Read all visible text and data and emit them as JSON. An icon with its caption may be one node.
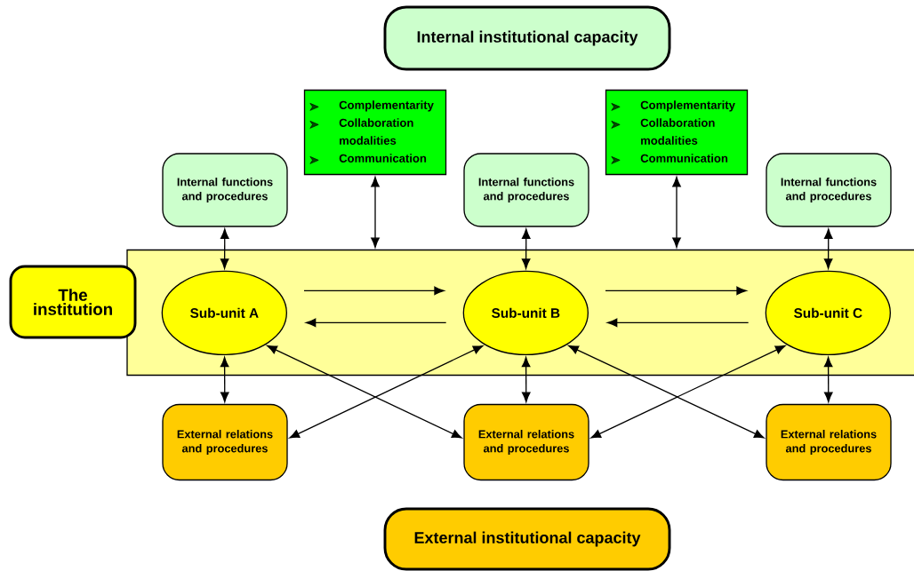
{
  "diagram": {
    "nodes": [
      {
        "text": [
          "Internal institutional capacity"
        ]
      },
      {
        "text": [
          "Internal functions and procedures"
        ]
      },
      {
        "text": [
          "Complementarity",
          "Collaboration modalities",
          "Communication"
        ]
      },
      {
        "text": [
          "Internal functions and procedures"
        ]
      },
      {
        "text": [
          "Complementarity",
          "Collaboration modalities",
          "Communication"
        ]
      },
      {
        "text": [
          "Internal functions and procedures"
        ]
      },
      {
        "text": [],
        "shape": "box"
      },
      {
        "text": [
          "The institution"
        ]
      },
      {
        "text": [
          "Sub-unit A"
        ],
        "in": 6
      },
      {
        "text": [
          "Sub-unit  B"
        ],
        "in": 6
      },
      {
        "text": [
          "Sub-unit C"
        ],
        "in": 6
      },
      {
        "text": [
          "External relations and procedures"
        ]
      },
      {
        "text": [
          "External relations and procedures"
        ]
      },
      {
        "text": [
          "External relations and procedures"
        ]
      },
      {
        "text": [
          "External institutional capacity"
        ]
      }
    ],
    "edges": [
      {
        "from": 1,
        "to": 8,
        "arrow": "both"
      },
      {
        "from": 2,
        "to": 6,
        "arrow": "both"
      },
      {
        "from": 3,
        "to": 9,
        "arrow": "both"
      },
      {
        "from": 4,
        "to": 6,
        "arrow": "both"
      },
      {
        "from": 5,
        "to": 10,
        "arrow": "both"
      },
      {
        "from": 8,
        "to": 9,
        "arrow": "to"
      },
      {
        "from": 9,
        "to": 8,
        "arrow": "to"
      },
      {
        "from": 9,
        "to": 10,
        "arrow": "to"
      },
      {
        "from": 10,
        "to": 9,
        "arrow": "to"
      },
      {
        "from": 8,
        "to": 11,
        "arrow": "both"
      },
      {
        "from": 8,
        "to": 12,
        "arrow": "both"
      },
      {
        "from": 9,
        "to": 11,
        "arrow": "both"
      },
      {
        "from": 9,
        "to": 12,
        "arrow": "both"
      },
      {
        "from": 9,
        "to": 13,
        "arrow": "both"
      },
      {
        "from": 10,
        "to": 12,
        "arrow": "both"
      },
      {
        "from": 10,
        "to": 13,
        "arrow": "both"
      }
    ]
  }
}
